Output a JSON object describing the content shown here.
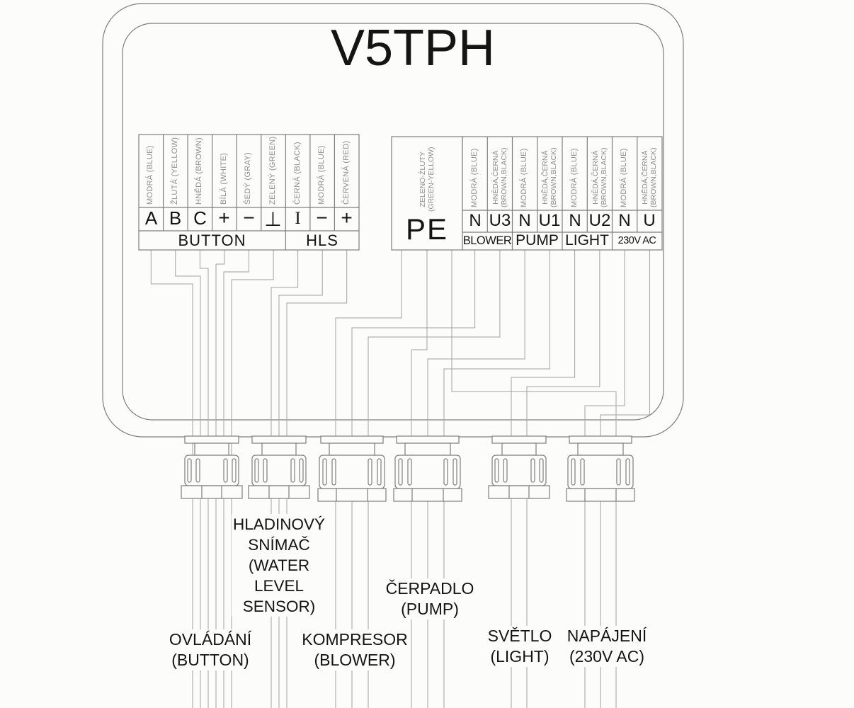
{
  "diagram": {
    "title": "V5TPH",
    "colors": {
      "background": "#fcfcfa",
      "outline": "#7e7e7e",
      "wire": "#a2a2a2",
      "text": "#141414",
      "muted_label": "#8f8f8f"
    },
    "button_hls_block": {
      "terminals": [
        {
          "wire": "MODRÁ (BLUE)",
          "terminal": "A"
        },
        {
          "wire": "ŽLUTÁ (YELLOW)",
          "terminal": "B"
        },
        {
          "wire": "HNĚDÁ (BROWN)",
          "terminal": "C"
        },
        {
          "wire": "BÍLÁ (WHITE)",
          "terminal": "+"
        },
        {
          "wire": "ŠEDÝ (GRAY)",
          "terminal": "−"
        },
        {
          "wire": "ZELENÝ (GREEN)",
          "terminal": "⊥"
        },
        {
          "wire": "ČERNÁ (BLACK)",
          "terminal": "I"
        },
        {
          "wire": "MODRÁ (BLUE)",
          "terminal": "−"
        },
        {
          "wire": "ČERVENÁ (RED)",
          "terminal": "+"
        }
      ],
      "groups": [
        {
          "label": "BUTTON"
        },
        {
          "label": "HLS"
        }
      ]
    },
    "power_block": {
      "pe": {
        "terminal": "PE",
        "wire": [
          "ZELENO-ŽLUTÝ",
          "(GREEN-YELLOW)"
        ]
      },
      "terminals": [
        {
          "wire": [
            "MODRÁ (BLUE)"
          ],
          "terminal": "N"
        },
        {
          "wire": [
            "HNĚDÁ,ČERNÁ",
            "(BROWN,BLACK)"
          ],
          "terminal": "U3"
        },
        {
          "wire": [
            "MODRÁ (BLUE)"
          ],
          "terminal": "N"
        },
        {
          "wire": [
            "HNĚDÁ,ČERNÁ",
            "(BROWN,BLACK)"
          ],
          "terminal": "U1"
        },
        {
          "wire": [
            "MODRÁ (BLUE)"
          ],
          "terminal": "N"
        },
        {
          "wire": [
            "HNĚDÁ,ČERNÁ",
            "(BROWN,BLACK)"
          ],
          "terminal": "U2"
        },
        {
          "wire": [
            "MODRÁ (BLUE)"
          ],
          "terminal": "N"
        },
        {
          "wire": [
            "HNĚDÁ,ČERNÁ",
            "(BROWN,BLACK)"
          ],
          "terminal": "U"
        }
      ],
      "groups": [
        {
          "label": "BLOWER"
        },
        {
          "label": "PUMP"
        },
        {
          "label": "LIGHT"
        },
        {
          "label": "230V AC"
        }
      ]
    },
    "cables": [
      {
        "id": "button",
        "lines": [
          "OVLÁDÁNÍ",
          "(BUTTON)"
        ]
      },
      {
        "id": "water-level-sensor",
        "lines": [
          "HLADINOVÝ",
          "SNÍMAČ",
          "(WATER",
          "LEVEL",
          "SENSOR)"
        ]
      },
      {
        "id": "blower",
        "lines": [
          "KOMPRESOR",
          "(BLOWER)"
        ]
      },
      {
        "id": "pump",
        "lines": [
          "ČERPADLO",
          "(PUMP)"
        ]
      },
      {
        "id": "light",
        "lines": [
          "SVĚTLO",
          "(LIGHT)"
        ]
      },
      {
        "id": "power",
        "lines": [
          "NAPÁJENÍ",
          "(230V AC)"
        ]
      }
    ]
  }
}
